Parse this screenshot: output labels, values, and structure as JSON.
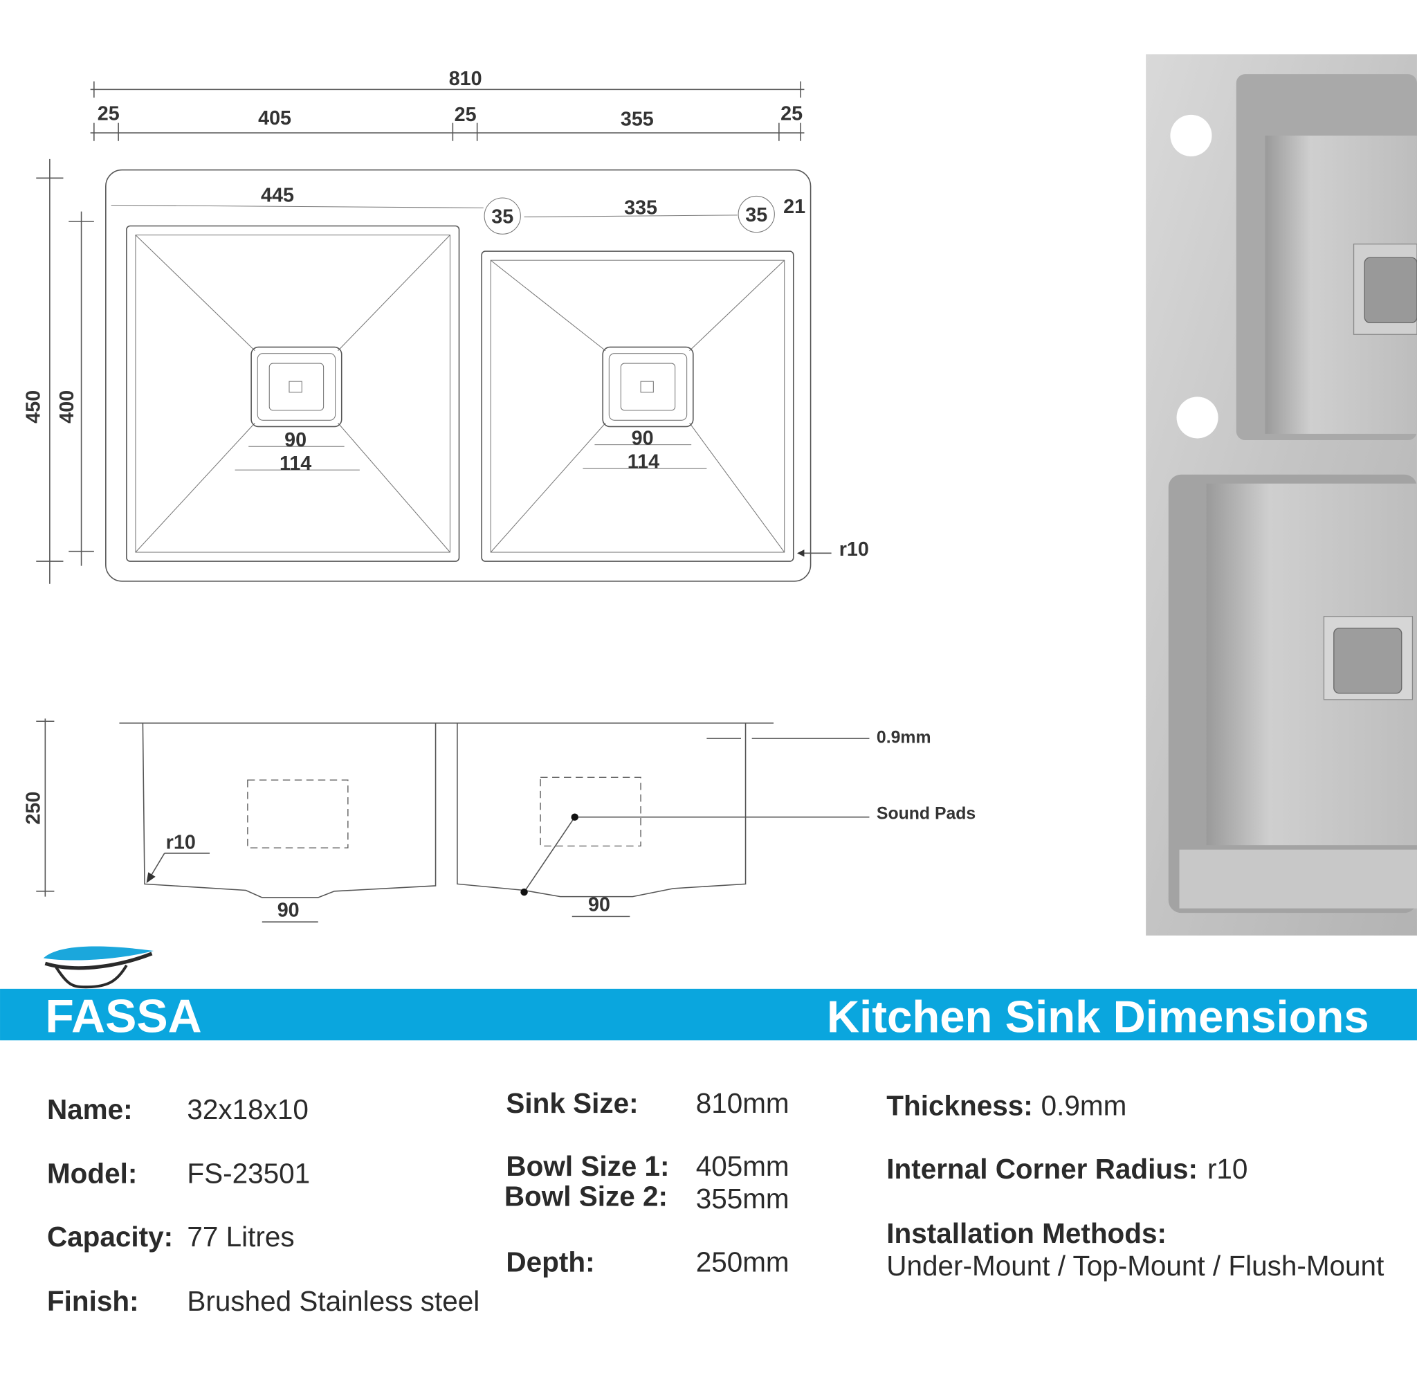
{
  "brand": {
    "name": "FASSA",
    "accent": "#0aa6de"
  },
  "banner": {
    "title": "Kitchen Sink Dimensions"
  },
  "drawing": {
    "overall_width": "810",
    "segments": [
      "25",
      "405",
      "25",
      "355",
      "25"
    ],
    "overall_depth": "450",
    "bowl_depth_plan": "400",
    "bowl1_length": "445",
    "bowl2_length": "335",
    "gap1": "35",
    "gap2": "35",
    "edge": "21",
    "drain_inner": "90",
    "drain_outer": "114",
    "drain2_inner": "90",
    "drain2_outer": "114",
    "corner_radius": "r10",
    "height": "250",
    "side_r10": "r10",
    "side_drain1": "90",
    "side_drain2": "90",
    "thickness_note": "0.9mm",
    "sound_pads": "Sound Pads"
  },
  "specs": {
    "name": {
      "label": "Name:",
      "value": "32x18x10"
    },
    "model": {
      "label": "Model:",
      "value": "FS-23501"
    },
    "capacity": {
      "label": "Capacity:",
      "value": "77 Litres"
    },
    "finish": {
      "label": "Finish:",
      "value": "Brushed Stainless steel"
    },
    "sink_size": {
      "label": "Sink Size:",
      "value": "810mm"
    },
    "bowl1": {
      "label": "Bowl Size 1:",
      "value": "405mm"
    },
    "bowl2": {
      "label": "Bowl Size 2:",
      "value": "355mm"
    },
    "depth": {
      "label": "Depth:",
      "value": "250mm"
    },
    "thickness": {
      "label": "Thickness:",
      "value": "0.9mm"
    },
    "radius": {
      "label": "Internal Corner Radius:",
      "value": "r10"
    },
    "install": {
      "label": "Installation Methods:",
      "value": "Under-Mount / Top-Mount / Flush-Mount"
    }
  }
}
